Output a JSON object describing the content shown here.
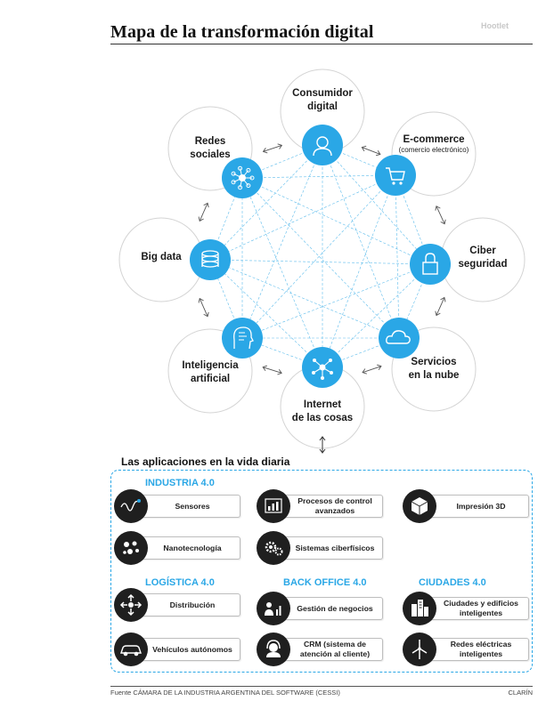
{
  "title": "Mapa de la transformación digital",
  "watermark": "Hootlet",
  "nodes": [
    {
      "id": "consumidor",
      "line1": "Consumidor",
      "line2": "digital",
      "icon": "person-icon"
    },
    {
      "id": "ecommerce",
      "line1": "E-commerce",
      "sub": "(comercio electrónico)",
      "icon": "shopping-cart-icon"
    },
    {
      "id": "ciber",
      "line1": "Ciber",
      "line2": "seguridad",
      "icon": "padlock-icon"
    },
    {
      "id": "nube",
      "line1": "Servicios",
      "line2": "en la nube",
      "icon": "cloud-icon"
    },
    {
      "id": "iot",
      "line1": "Internet",
      "line2": "de las cosas",
      "icon": "network-nodes-icon"
    },
    {
      "id": "ia",
      "line1": "Inteligencia",
      "line2": "artificial",
      "icon": "ai-head-icon"
    },
    {
      "id": "bigdata",
      "line1": "Big data",
      "icon": "database-icon"
    },
    {
      "id": "redes",
      "line1": "Redes",
      "line2": "sociales",
      "icon": "social-network-icon"
    }
  ],
  "colors": {
    "accent": "#2aa7e6",
    "dark": "#1f1f1f",
    "circle_border": "#d4d4d4"
  },
  "apps_title": "Las aplicaciones en la vida diaria",
  "sections": {
    "industria": "INDUSTRIA 4.0",
    "logistica": "LOGÍSTICA 4.0",
    "backoffice": "BACK OFFICE 4.0",
    "ciudades": "CIUDADES 4.0"
  },
  "apps": {
    "sensores": "Sensores",
    "nano": "Nanotecnología",
    "procesos": "Procesos de control avanzados",
    "sistemas": "Sistemas ciberfísicos",
    "impresion": "Impresión 3D",
    "distribucion": "Distribución",
    "vehiculos": "Vehículos autónomos",
    "gestion": "Gestión de negocios",
    "crm": "CRM (sistema de atención al cliente)",
    "ciudades_int": "Ciudades y edificios inteligentes",
    "redes_elec": "Redes eléctricas inteligentes"
  },
  "footer": "Fuente  CÁMARA DE LA INDUSTRIA ARGENTINA DEL SOFTWARE (CESSI)",
  "brand": "CLARÍN"
}
